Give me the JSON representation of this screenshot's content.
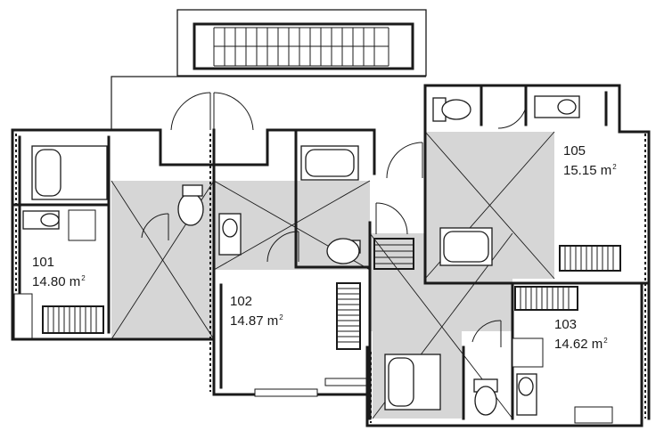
{
  "floor_plan": {
    "rooms": [
      {
        "id": "room-101",
        "number": "101",
        "area": "14.80",
        "unit": "m",
        "unit_sup": "2"
      },
      {
        "id": "room-102",
        "number": "102",
        "area": "14.87",
        "unit": "m",
        "unit_sup": "2"
      },
      {
        "id": "room-103",
        "number": "103",
        "area": "14.62",
        "unit": "m",
        "unit_sup": "2"
      },
      {
        "id": "room-105",
        "number": "105",
        "area": "15.15",
        "unit": "m",
        "unit_sup": "2"
      }
    ],
    "colors": {
      "wall": "#1a1a1a",
      "shaded": "#d6d6d6",
      "background": "#ffffff"
    }
  }
}
